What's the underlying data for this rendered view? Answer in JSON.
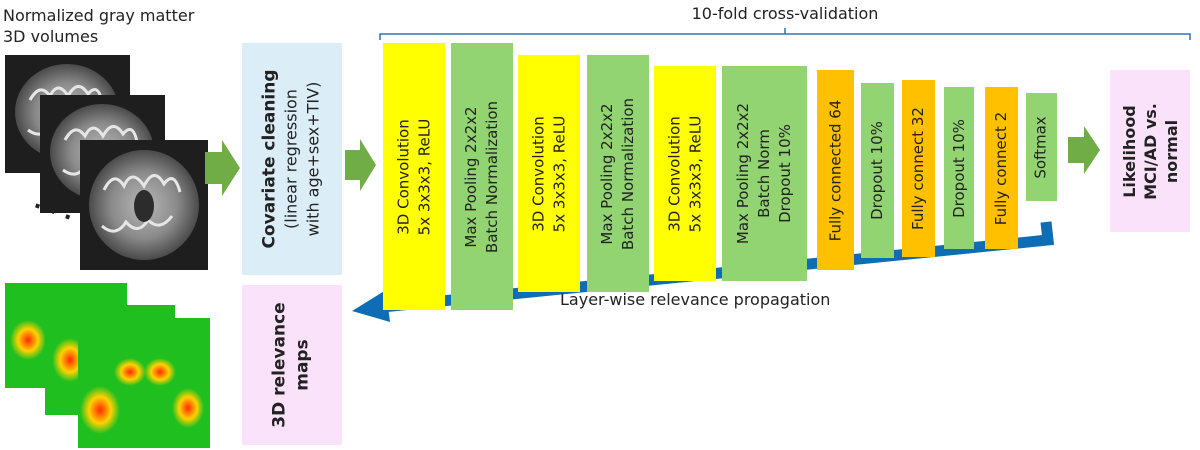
{
  "inputs": {
    "title_line1": "Normalized gray matter",
    "title_line2": "3D volumes",
    "ellipsis": "· · ·"
  },
  "covariate": {
    "title": "Covariate cleaning",
    "line2": "(linear regression",
    "line3": "with age+sex+TIV)"
  },
  "cross_validation": {
    "label": "10-fold cross-validation"
  },
  "layers": [
    {
      "line1": "3D Convolution",
      "line2": "5x 3x3x3, ReLU",
      "color": "#ffff00"
    },
    {
      "line1": "Max Pooling 2x2x2",
      "line2": "Batch Normalization",
      "color": "#92d471"
    },
    {
      "line1": "3D Convolution",
      "line2": "5x 3x3x3, ReLU",
      "color": "#ffff00"
    },
    {
      "line1": "Max Pooling 2x2x2",
      "line2": "Batch Normalization",
      "color": "#92d471"
    },
    {
      "line1": "3D Convolution",
      "line2": "5x 3x3x3, ReLU",
      "color": "#ffff00"
    },
    {
      "line1": "Max Pooling 2x2x2",
      "line2": "Batch Norm",
      "line3": "Dropout 10%",
      "color": "#92d471"
    },
    {
      "line1": "Fully connected 64",
      "color": "#ffc000"
    },
    {
      "line1": "Dropout 10%",
      "color": "#92d471"
    },
    {
      "line1": "Fully connect 32",
      "color": "#ffc000"
    },
    {
      "line1": "Dropout 10%",
      "color": "#92d471"
    },
    {
      "line1": "Fully connect 2",
      "color": "#ffc000"
    },
    {
      "line1": "Softmax",
      "color": "#92d471"
    }
  ],
  "output": {
    "line1": "Likelihood",
    "line2": "MCI/AD vs.",
    "line3": "normal"
  },
  "relevance": {
    "line1": "3D relevance",
    "line2": "maps"
  },
  "lrp": {
    "label": "Layer-wise relevance propagation"
  },
  "colors": {
    "arrow_green": "#70ad47",
    "lrp_blue": "#0f6db5",
    "bracket_blue": "#2e75b6",
    "covariate_bg": "#dbeef8",
    "output_bg": "#fbe2fb"
  }
}
